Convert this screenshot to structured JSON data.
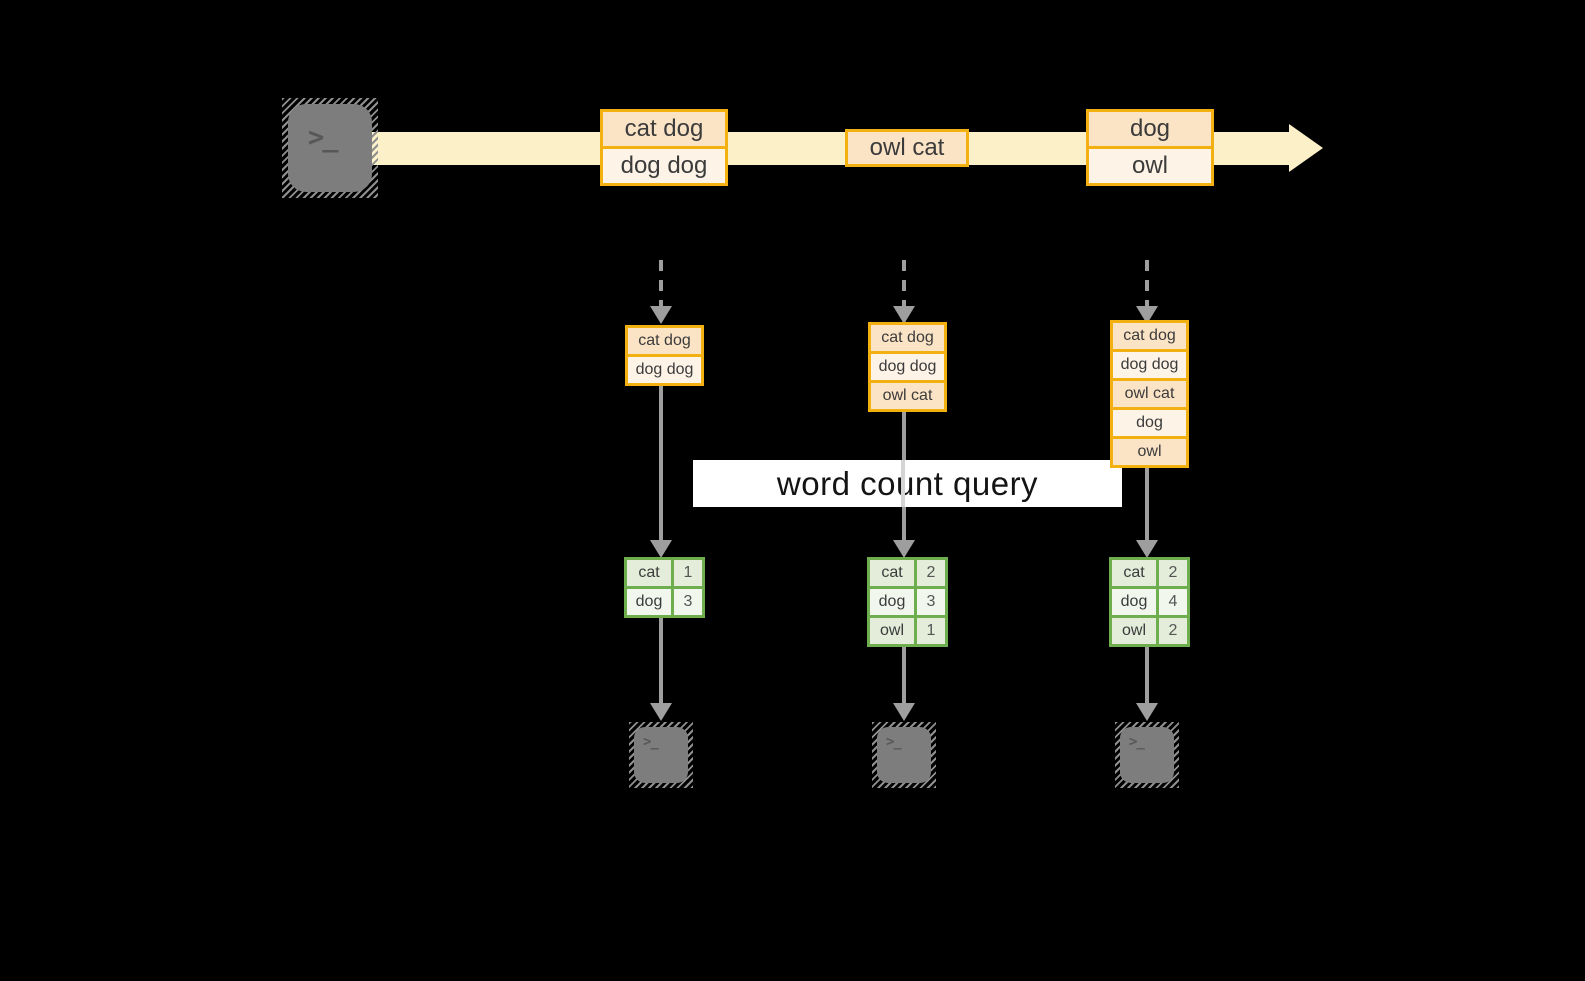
{
  "query_label": "word count query",
  "colors": {
    "background": "#000000",
    "stream_band": "#fbf0c8",
    "event_border": "#f2b111",
    "event_fill_dark": "#fbe3c6",
    "event_fill_light": "#fdf3e6",
    "table_border": "#6fae4e",
    "table_fill_dark": "#e3edda",
    "table_fill_light": "#f2f7ee",
    "connector_gray": "#9e9e9e",
    "terminal_gray": "#7d7d7d",
    "label_background": "#ffffff"
  },
  "source_terminal": {
    "glyph": ">_"
  },
  "stream_events": [
    {
      "cells": [
        "cat dog",
        "dog dog"
      ]
    },
    {
      "cells": [
        "owl cat"
      ]
    },
    {
      "cells": [
        "dog",
        "owl"
      ]
    }
  ],
  "pipelines": [
    {
      "buffer": [
        "cat dog",
        "dog dog"
      ],
      "counts": [
        {
          "word": "cat",
          "value": "1"
        },
        {
          "word": "dog",
          "value": "3"
        }
      ],
      "terminal_glyph": ">_"
    },
    {
      "buffer": [
        "cat dog",
        "dog dog",
        "owl cat"
      ],
      "counts": [
        {
          "word": "cat",
          "value": "2"
        },
        {
          "word": "dog",
          "value": "3"
        },
        {
          "word": "owl",
          "value": "1"
        }
      ],
      "terminal_glyph": ">_"
    },
    {
      "buffer": [
        "cat dog",
        "dog dog",
        "owl cat",
        "dog",
        "owl"
      ],
      "counts": [
        {
          "word": "cat",
          "value": "2"
        },
        {
          "word": "dog",
          "value": "4"
        },
        {
          "word": "owl",
          "value": "2"
        }
      ],
      "terminal_glyph": ">_"
    }
  ]
}
